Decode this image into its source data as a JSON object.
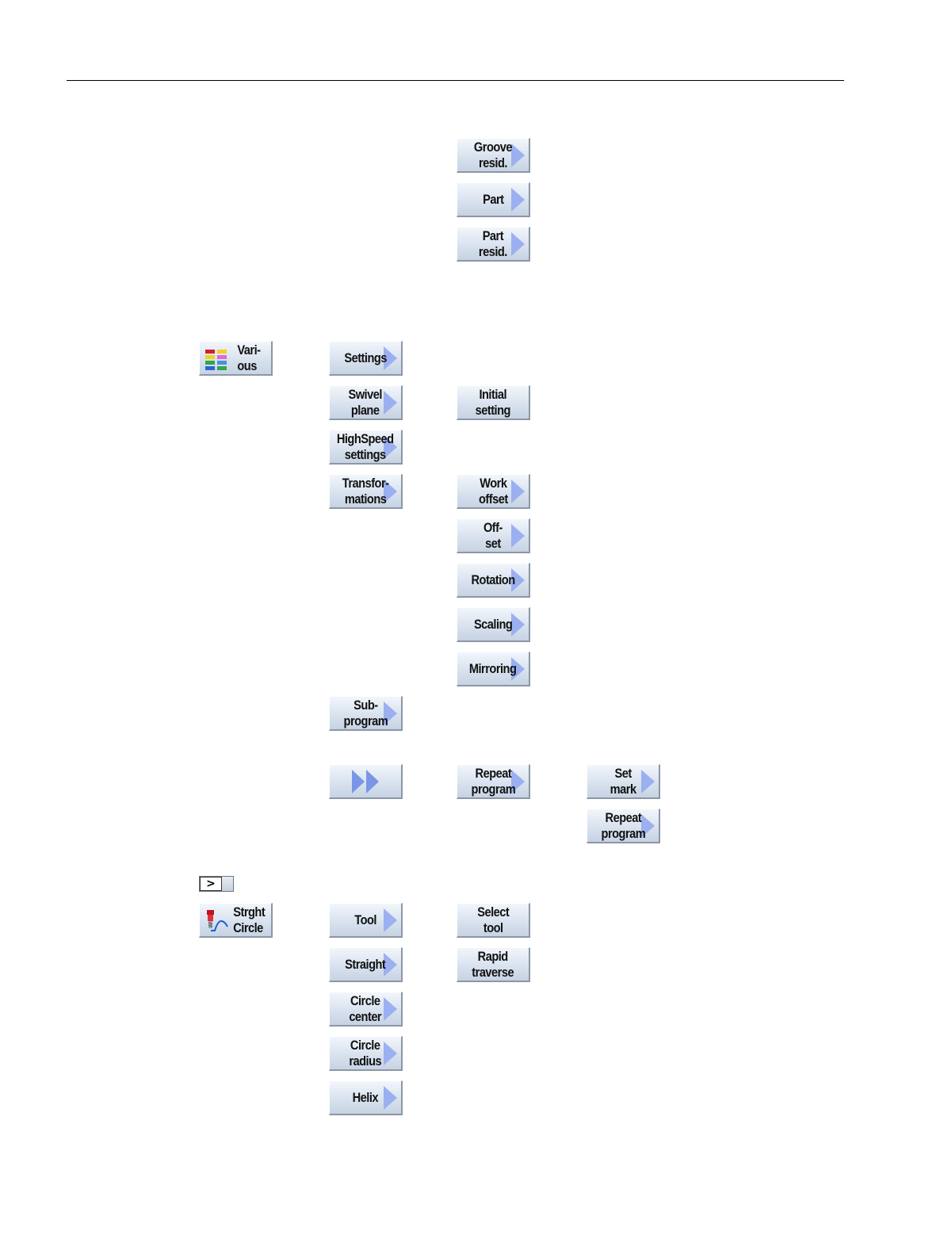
{
  "softkeys": {
    "groove_resid": "Groove\nresid.",
    "part": "Part",
    "part_resid": "Part\nresid.",
    "various": "Vari-\nous",
    "settings": "Settings",
    "swivel_plane": "Swivel\nplane",
    "initial_setting": "Initial\nsetting",
    "highspeed_settings": "HighSpeed\nsettings",
    "transformations": "Transfor-\nmations",
    "work_offset": "Work\noffset",
    "offset": "Off-\nset",
    "rotation": "Rotation",
    "scaling": "Scaling",
    "mirroring": "Mirroring",
    "subprogram": "Sub-\nprogram",
    "repeat_program": "Repeat\nprogram",
    "set_mark": "Set\nmark",
    "repeat_program_2": "Repeat\nprogram",
    "command_key": ">",
    "strght_circle": "Strght\nCircle",
    "tool": "Tool",
    "select_tool": "Select\ntool",
    "straight": "Straight",
    "rapid_traverse": "Rapid\ntraverse",
    "circle_center": "Circle\ncenter",
    "circle_radius": "Circle\nradius",
    "helix": "Helix"
  },
  "icons": {
    "various": "various-color-grid-icon",
    "strght_circle": "milling-cutter-path-icon",
    "more": "double-arrow-icon",
    "command": "command-prompt-icon"
  },
  "colors": {
    "softkey_arrow": "#9bb0f0",
    "softkey_face": "#dde6f1",
    "rule": "#000000"
  }
}
